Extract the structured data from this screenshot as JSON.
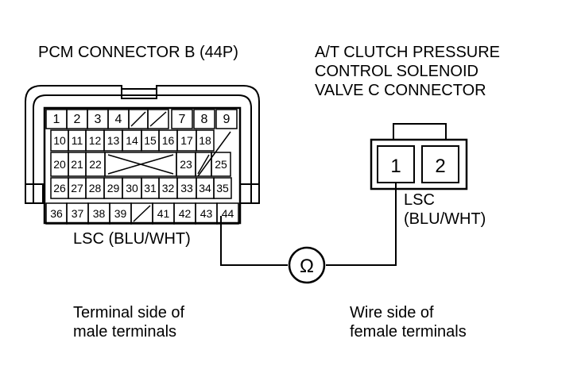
{
  "pcm": {
    "title": "PCM CONNECTOR B (44P)",
    "rows": [
      [
        "1",
        "2",
        "3",
        "4",
        "7",
        "8",
        "9"
      ],
      [
        "10",
        "11",
        "12",
        "13",
        "14",
        "15",
        "16",
        "17",
        "18"
      ],
      [
        "20",
        "21",
        "22",
        "23",
        "25"
      ],
      [
        "26",
        "27",
        "28",
        "29",
        "30",
        "31",
        "32",
        "33",
        "34",
        "35"
      ],
      [
        "36",
        "37",
        "38",
        "39",
        "41",
        "42",
        "43",
        "44"
      ]
    ],
    "wire_label": "LSC (BLU/WHT)",
    "view_caption": [
      "Terminal side of",
      "male terminals"
    ]
  },
  "solenoid": {
    "title": [
      "A/T CLUTCH PRESSURE",
      "CONTROL SOLENOID",
      "VALVE C CONNECTOR"
    ],
    "pins": [
      "1",
      "2"
    ],
    "wire_label": [
      "LSC",
      "(BLU/WHT)"
    ],
    "view_caption": [
      "Wire side of",
      "female terminals"
    ]
  },
  "meter": {
    "symbol": "Ω"
  }
}
